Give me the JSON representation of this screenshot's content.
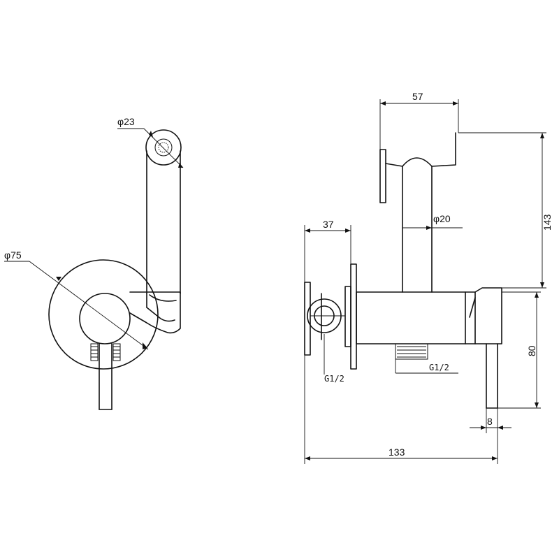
{
  "dimensions": {
    "d23": "φ23",
    "d75": "φ75",
    "w57": "57",
    "d20": "φ20",
    "w37": "37",
    "h143": "143",
    "h80": "80",
    "w8": "8",
    "w133": "133",
    "thread_left": "G1/2",
    "thread_right": "G1/2"
  }
}
